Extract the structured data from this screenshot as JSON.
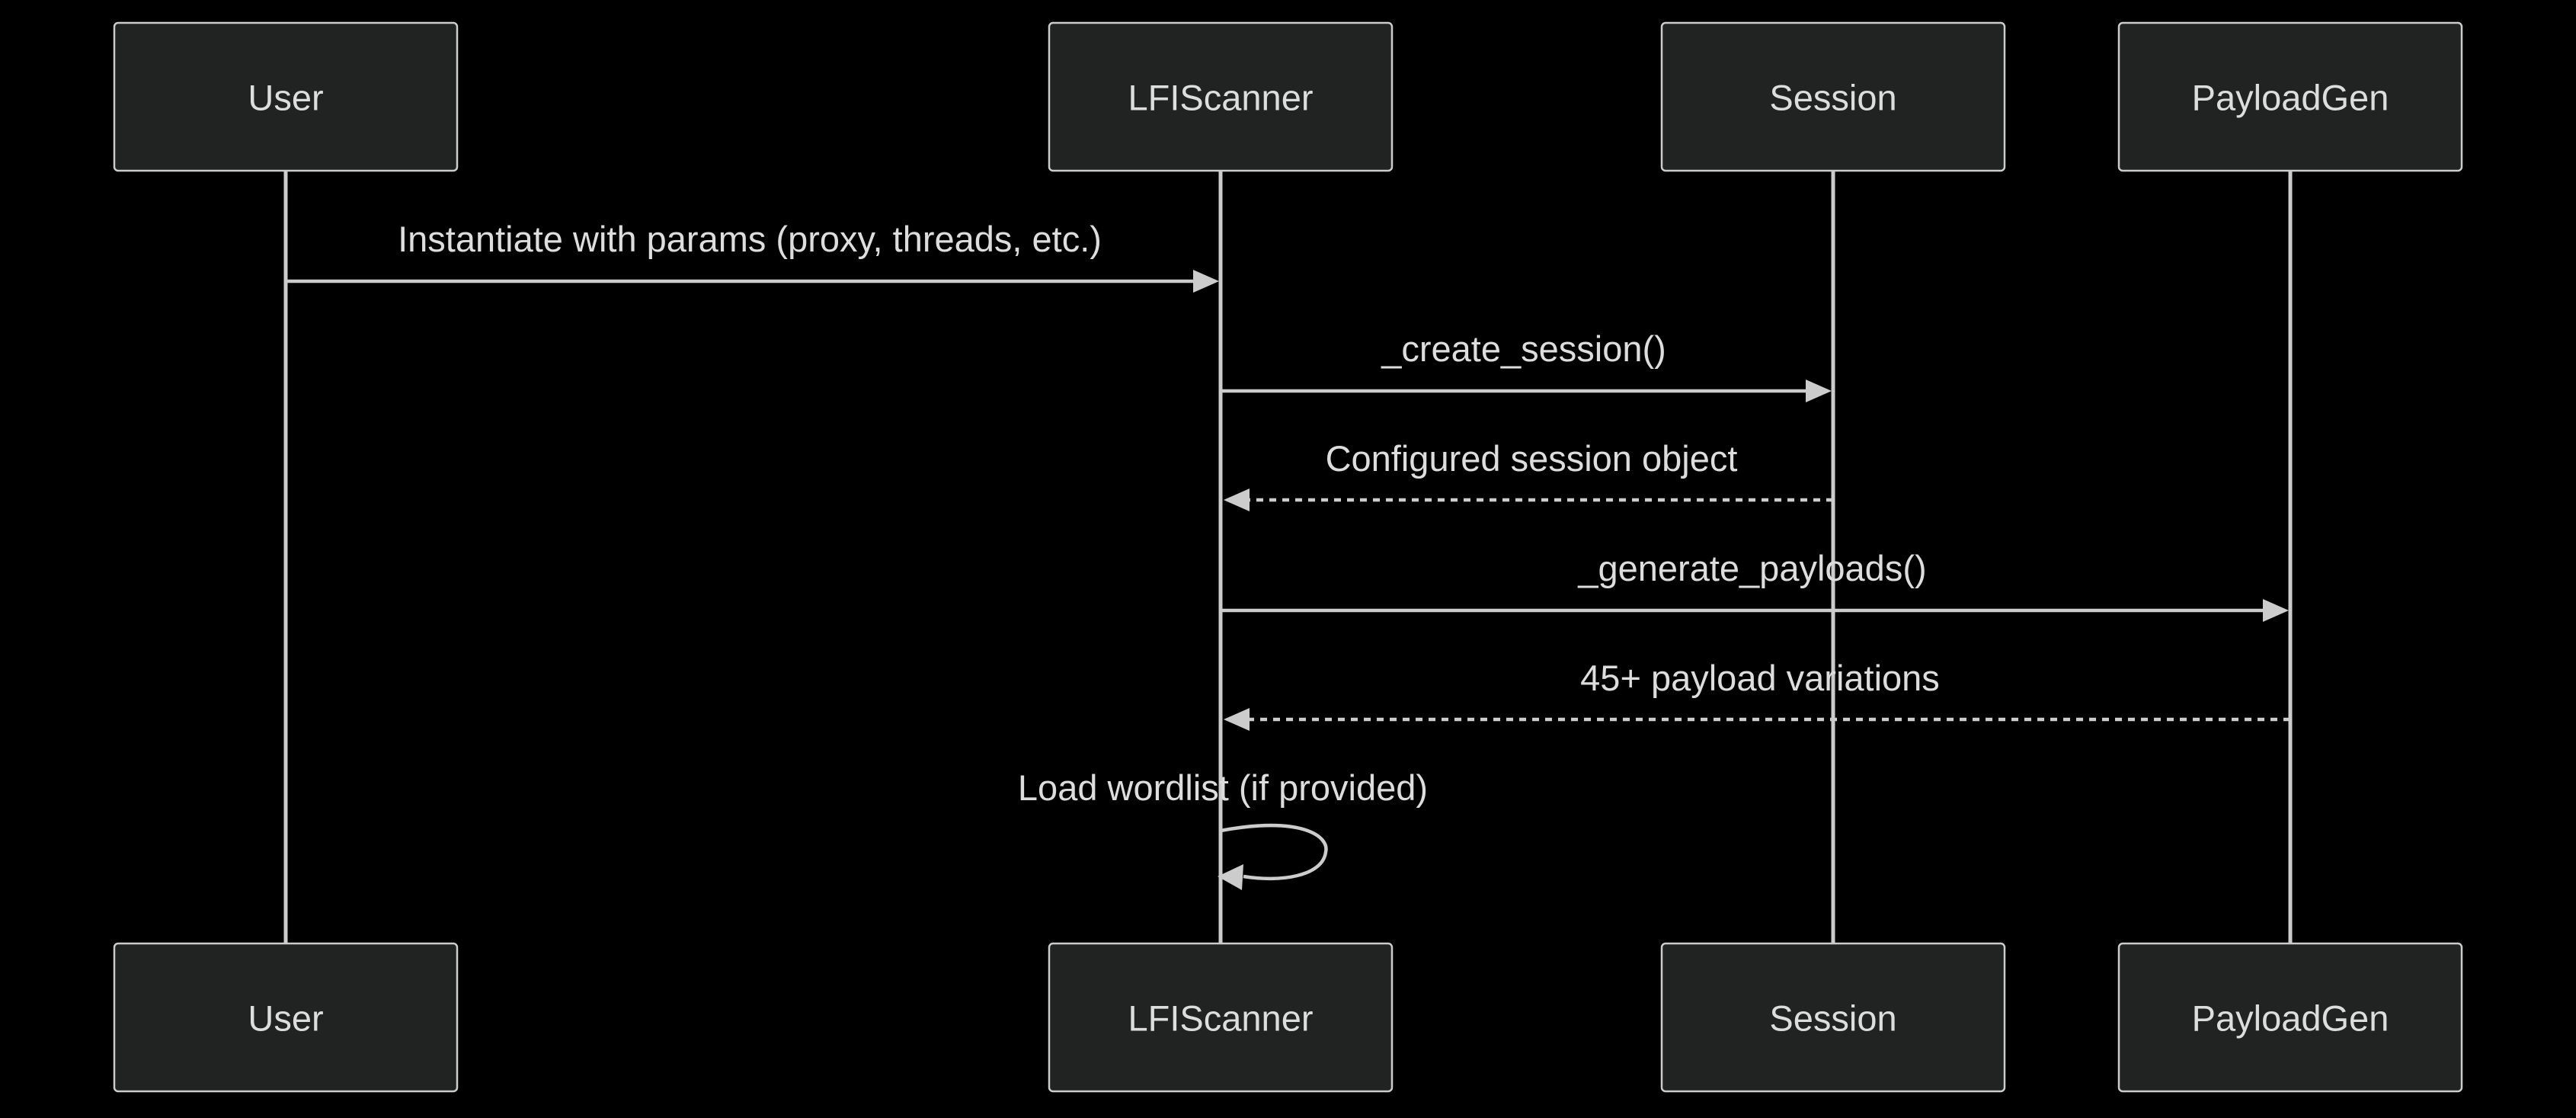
{
  "colors": {
    "background": "#000000",
    "actor_fill": "#202322",
    "stroke": "#cccccc",
    "text": "#dddddd"
  },
  "participants": [
    {
      "id": "user",
      "label": "User"
    },
    {
      "id": "lfiscanner",
      "label": "LFIScanner"
    },
    {
      "id": "session",
      "label": "Session"
    },
    {
      "id": "payloadgen",
      "label": "PayloadGen"
    }
  ],
  "messages": [
    {
      "from": "user",
      "to": "lfiscanner",
      "label": "Instantiate with params (proxy, threads, etc.)",
      "style": "solid"
    },
    {
      "from": "lfiscanner",
      "to": "session",
      "label": "_create_session()",
      "style": "solid"
    },
    {
      "from": "session",
      "to": "lfiscanner",
      "label": "Configured session object",
      "style": "dashed"
    },
    {
      "from": "lfiscanner",
      "to": "payloadgen",
      "label": "_generate_payloads()",
      "style": "solid"
    },
    {
      "from": "payloadgen",
      "to": "lfiscanner",
      "label": "45+ payload variations",
      "style": "dashed"
    },
    {
      "from": "lfiscanner",
      "to": "lfiscanner",
      "label": "Load wordlist (if provided)",
      "style": "solid"
    }
  ]
}
